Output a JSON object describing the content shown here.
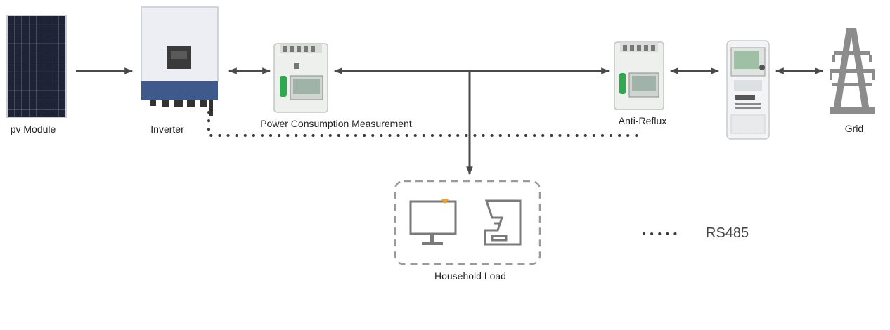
{
  "nodes": {
    "pv_module": {
      "label": "pv Module"
    },
    "inverter": {
      "label": "Inverter"
    },
    "power_meter": {
      "label": "Power Consumption Measurement"
    },
    "anti_reflux": {
      "label": "Anti-Reflux"
    },
    "grid": {
      "label": "Grid"
    },
    "household_load": {
      "label": "Household Load"
    }
  },
  "legend": {
    "rs485_label": "RS485"
  },
  "colors": {
    "line": "#4a4a4a",
    "panel_blue": "#22283a",
    "inverter_body": "#eceef3",
    "inverter_base": "#3d5a8a",
    "meter_body": "#eef0ee",
    "meter_green": "#2fa84f",
    "pylon_gray": "#8c8c8c",
    "dashed_box": "#9a9a9a"
  }
}
